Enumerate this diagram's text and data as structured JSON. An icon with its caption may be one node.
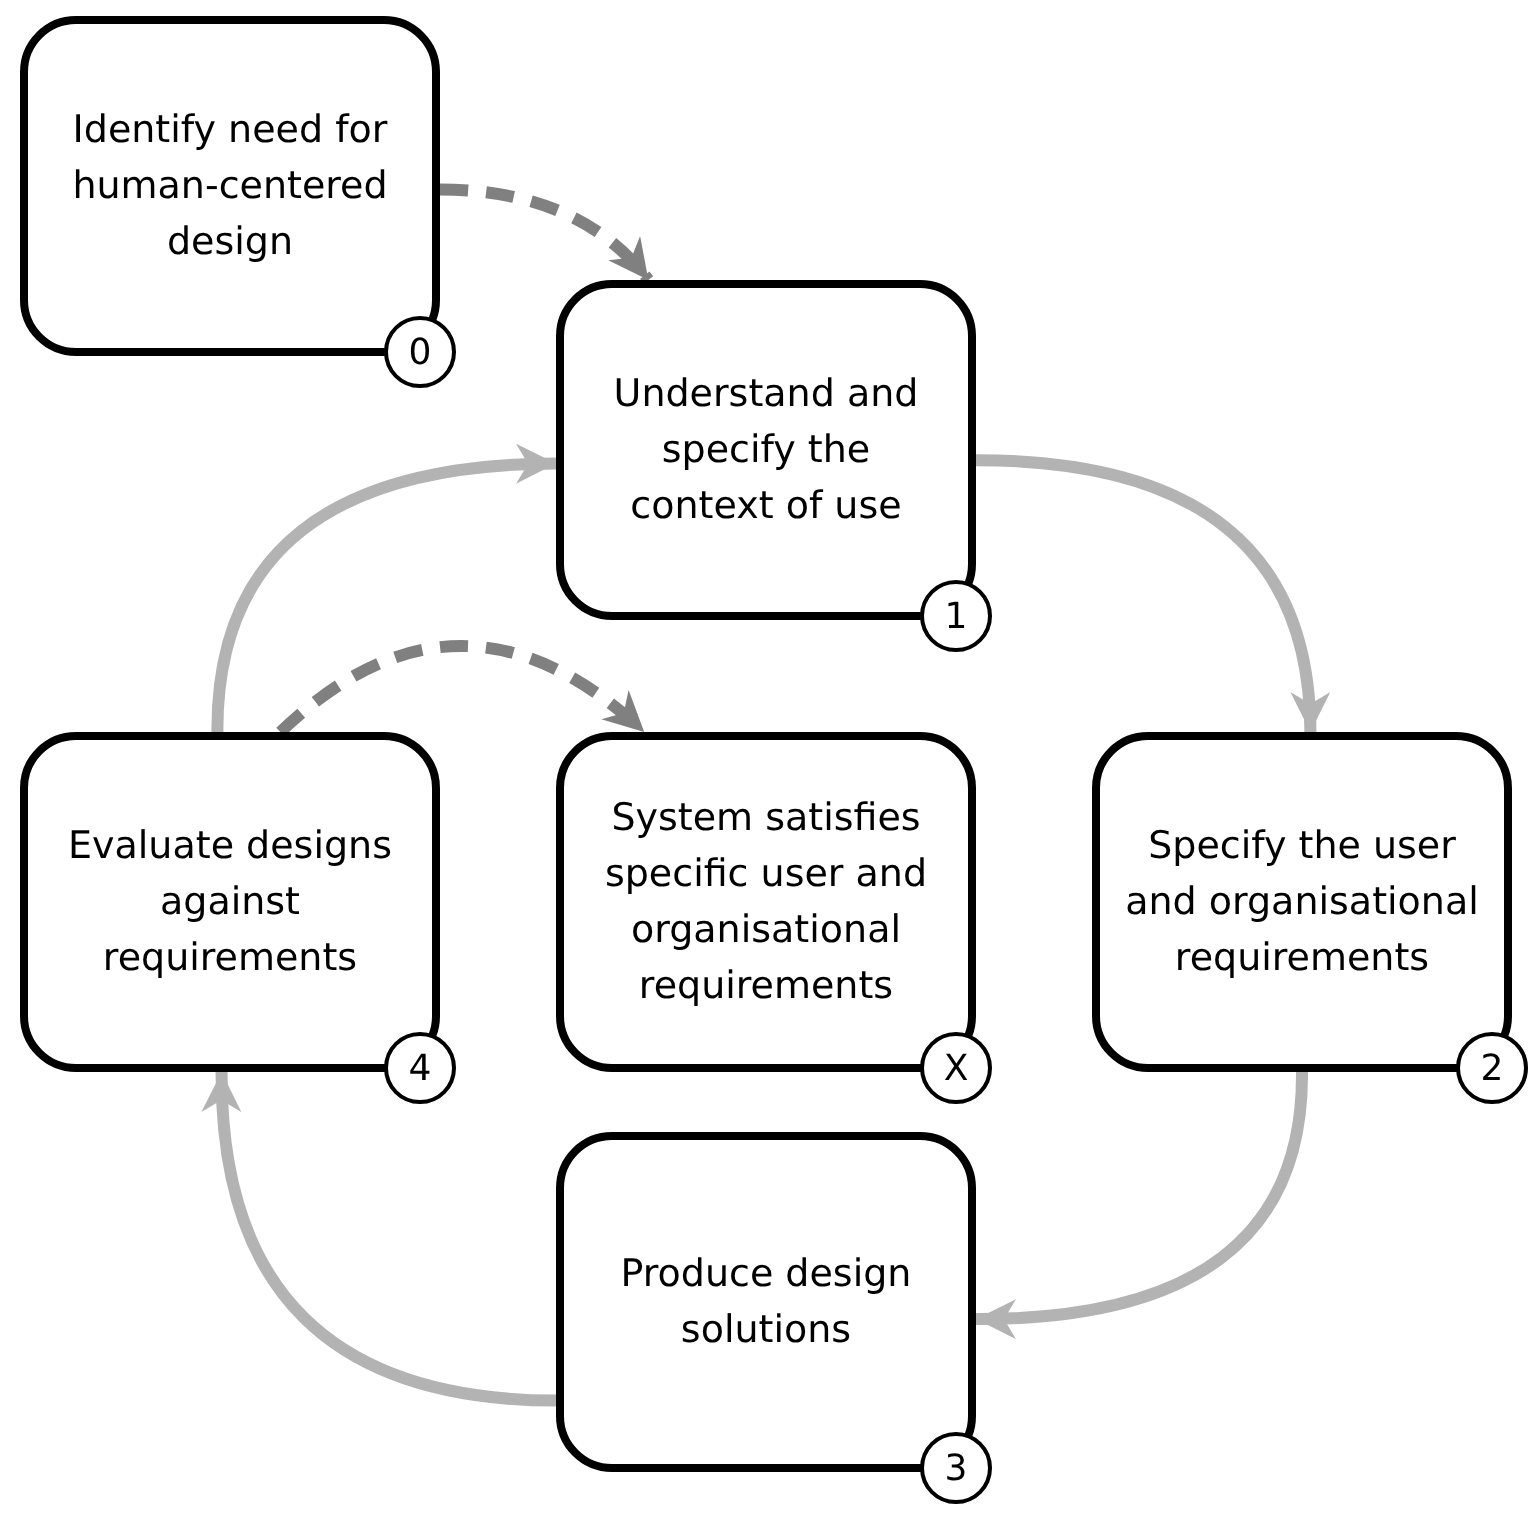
{
  "diagram": {
    "nodes": [
      {
        "text": [
          "Identify need for human-centered design",
          "0"
        ]
      },
      {
        "text": [
          "Understand and specify the context of use",
          "1"
        ]
      },
      {
        "text": [
          "Specify the user and organisational requirements",
          "2"
        ]
      },
      {
        "text": [
          "Produce design solutions",
          "3"
        ]
      },
      {
        "text": [
          "Evaluate designs against requirements",
          "4"
        ]
      },
      {
        "text": [
          "System satisfies specific user and organisational requirements",
          "X"
        ]
      }
    ],
    "edges": [
      {
        "from": 0,
        "to": 1,
        "arrow": "to",
        "style": "dashed",
        "color": "#808080"
      },
      {
        "from": 1,
        "to": 2,
        "arrow": "to"
      },
      {
        "from": 2,
        "to": 3,
        "arrow": "to"
      },
      {
        "from": 3,
        "to": 4,
        "arrow": "to"
      },
      {
        "from": 4,
        "to": 1,
        "arrow": "to"
      },
      {
        "from": 4,
        "to": 5,
        "arrow": "to",
        "style": "dashed",
        "color": "#808080"
      }
    ]
  }
}
